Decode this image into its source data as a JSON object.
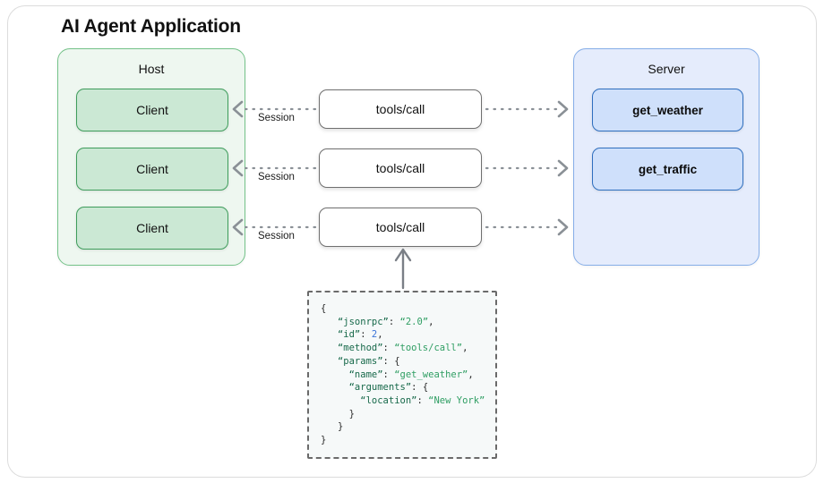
{
  "diagram": {
    "title": "AI Agent Application",
    "host": {
      "label": "Host",
      "clients": [
        {
          "label": "Client"
        },
        {
          "label": "Client"
        },
        {
          "label": "Client"
        }
      ]
    },
    "server": {
      "label": "Server",
      "tools": [
        {
          "label": "get_weather"
        },
        {
          "label": "get_traffic"
        }
      ]
    },
    "channels": [
      {
        "call_label": "tools/call",
        "session_label": "Session"
      },
      {
        "call_label": "tools/call",
        "session_label": "Session"
      },
      {
        "call_label": "tools/call",
        "session_label": "Session"
      }
    ],
    "payload": {
      "lines": [
        "{",
        "   “jsonrpc”: “2.0”,",
        "   “id”: 2,",
        "   “method”: “tools/call”,",
        "   “params”: {",
        "     “name”: “get_weather”,",
        "     “arguments”: {",
        "       “location”: “New York”",
        "     }",
        "   }",
        "}"
      ],
      "json": {
        "jsonrpc": "2.0",
        "id": 2,
        "method": "tools/call",
        "params": {
          "name": "get_weather",
          "arguments": {
            "location": "New York"
          }
        }
      }
    },
    "colors": {
      "host_fill": "#eef7f0",
      "host_border": "#74c289",
      "client_fill": "#cbe8d4",
      "client_border": "#3f9d5c",
      "server_fill": "#e5ecfc",
      "server_border": "#86aee8",
      "tool_fill": "#cfe0fb",
      "tool_border": "#2f6fbf",
      "call_border": "#6f6f6f",
      "connector": "#7a7f86",
      "json_key": "#17694a",
      "json_string": "#2f9e63",
      "json_number": "#3b74d8",
      "card_border": "#dcdcdc"
    }
  }
}
